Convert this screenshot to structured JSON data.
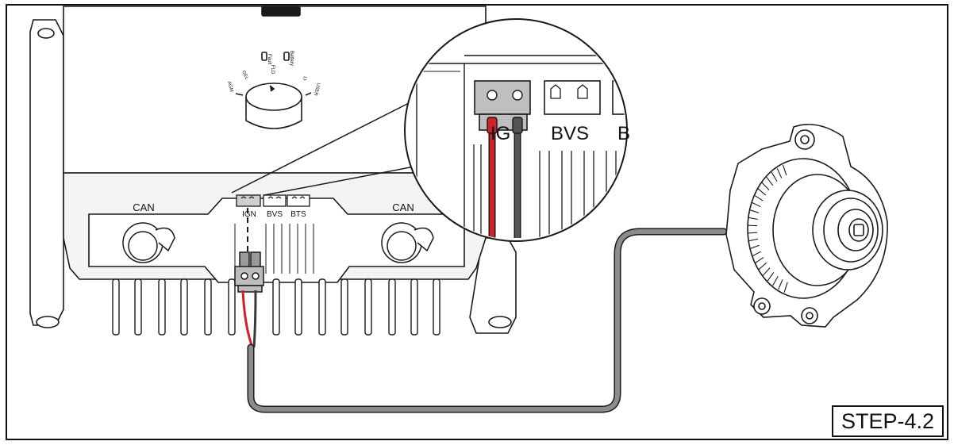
{
  "step_label": "STEP-4.2",
  "dial": {
    "fault_label": "Fault",
    "battery_label": "Battery",
    "settings": [
      "AGM",
      "GEL",
      "FLD",
      "LI",
      "USER"
    ]
  },
  "panel": {
    "can_left": "CAN",
    "can_right": "CAN",
    "port_ign": "IGN",
    "port_bvs": "BVS",
    "port_bts": "BTS"
  },
  "zoom": {
    "port_ign": "IG",
    "port_bvs": "BVS",
    "port_bts": "B"
  },
  "colors": {
    "outline": "#1a1a1a",
    "body_fill": "#ffffff",
    "shade": "#e8e8e8",
    "wire_positive": "#d31f26",
    "wire_negative": "#3a3a3a",
    "cable": "#8c8c8c"
  }
}
